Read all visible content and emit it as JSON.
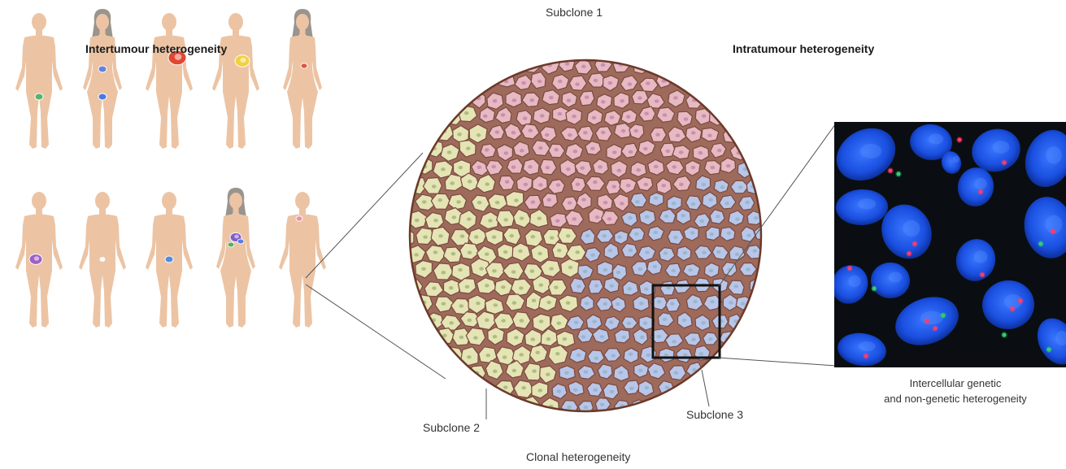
{
  "titles": {
    "inter": "Intertumour heterogeneity",
    "intra": "Intratumour heterogeneity",
    "clonal": "Clonal heterogeneity"
  },
  "subclones": {
    "one": "Subclone 1",
    "two": "Subclone 2",
    "three": "Subclone 3"
  },
  "micrograph_caption": {
    "line1": "Intercellular genetic",
    "line2": "and non-genetic heterogeneity"
  },
  "colors": {
    "skin": "#ecc4a4",
    "hair": "#9a948e",
    "subclone1_cell": "#e7b9c3",
    "subclone2_cell": "#e5e4b5",
    "subclone3_cell": "#b8c6ea",
    "stroma": "#9e6a5c",
    "nucleus_blue": "#1a4fe0",
    "micrograph_bg": "#0a0e12"
  },
  "figures": [
    {
      "row": 1,
      "sex": "male",
      "tumour_color": "#4fb46a"
    },
    {
      "row": 1,
      "sex": "female",
      "tumour_color": "#5b7fe0"
    },
    {
      "row": 1,
      "sex": "male",
      "tumour_color": "#e0402c"
    },
    {
      "row": 1,
      "sex": "male",
      "tumour_color": "#f2d33a"
    },
    {
      "row": 1,
      "sex": "female",
      "tumour_color": "#e0503a"
    },
    {
      "row": 2,
      "sex": "male",
      "tumour_color": "#9a5ac8"
    },
    {
      "row": 2,
      "sex": "male",
      "tumour_color": "#ffffff"
    },
    {
      "row": 2,
      "sex": "male",
      "tumour_color": "#4a8ae0"
    },
    {
      "row": 2,
      "sex": "female",
      "tumour_color": "#7a5ad0"
    },
    {
      "row": 2,
      "sex": "male",
      "tumour_color": "#e890a8"
    }
  ]
}
